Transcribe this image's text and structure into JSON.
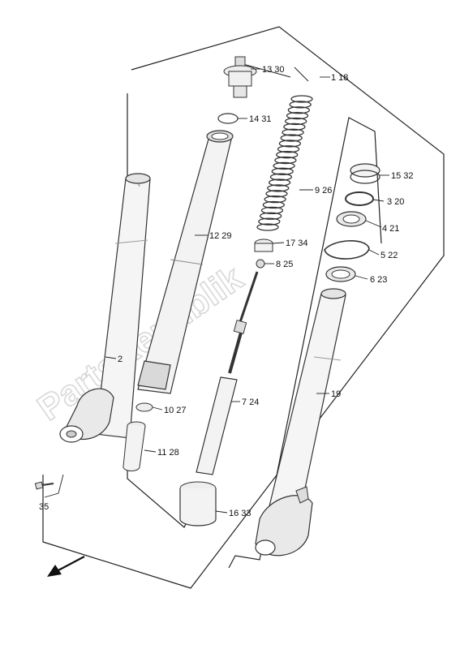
{
  "watermark": "PartsRepublik",
  "parts": [
    {
      "id": "p1",
      "label": "1 18"
    },
    {
      "id": "p2",
      "label": "2"
    },
    {
      "id": "p3",
      "label": "3 20"
    },
    {
      "id": "p4",
      "label": "4 21"
    },
    {
      "id": "p5",
      "label": "5 22"
    },
    {
      "id": "p6",
      "label": "6 23"
    },
    {
      "id": "p7",
      "label": "7 24"
    },
    {
      "id": "p8",
      "label": "8 25"
    },
    {
      "id": "p9",
      "label": "9 26"
    },
    {
      "id": "p10",
      "label": "10 27"
    },
    {
      "id": "p11",
      "label": "11 28"
    },
    {
      "id": "p12",
      "label": "12 29"
    },
    {
      "id": "p13",
      "label": "13 30"
    },
    {
      "id": "p14",
      "label": "14 31"
    },
    {
      "id": "p15",
      "label": "15 32"
    },
    {
      "id": "p16",
      "label": "16 33"
    },
    {
      "id": "p17",
      "label": "17 34"
    },
    {
      "id": "p19",
      "label": "19"
    },
    {
      "id": "p35",
      "label": "35"
    }
  ],
  "direction_arrow_icon": "front-direction-arrow-icon"
}
